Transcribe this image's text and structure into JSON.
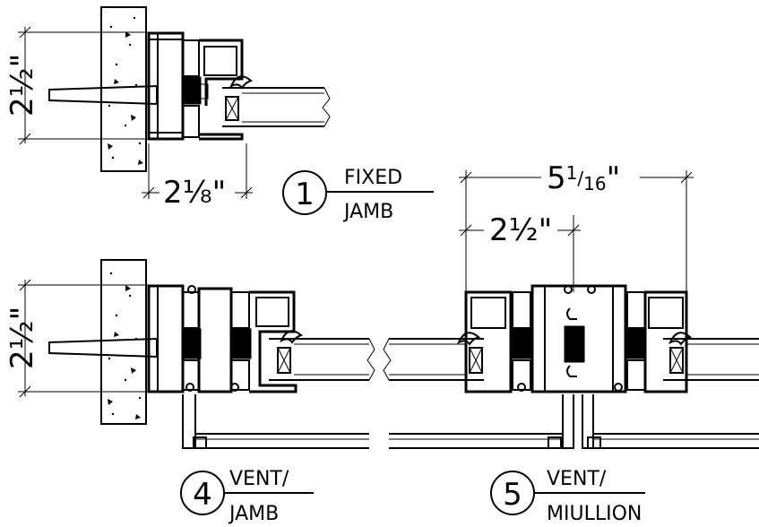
{
  "details": {
    "fixed_jamb": {
      "number": "1",
      "title_top": "FIXED",
      "title_bottom": "JAMB",
      "dim_height": "2½\"",
      "dim_width": "2⅛\""
    },
    "vent_jamb": {
      "number": "4",
      "title_top": "VENT/",
      "title_bottom": "JAMB",
      "dim_height": "2½\""
    },
    "vent_mullion": {
      "number": "5",
      "title_top": "VENT/",
      "title_bottom": "MIULLION",
      "dim_overall": "5 1/16\"",
      "dim_partial": "2½\""
    }
  }
}
